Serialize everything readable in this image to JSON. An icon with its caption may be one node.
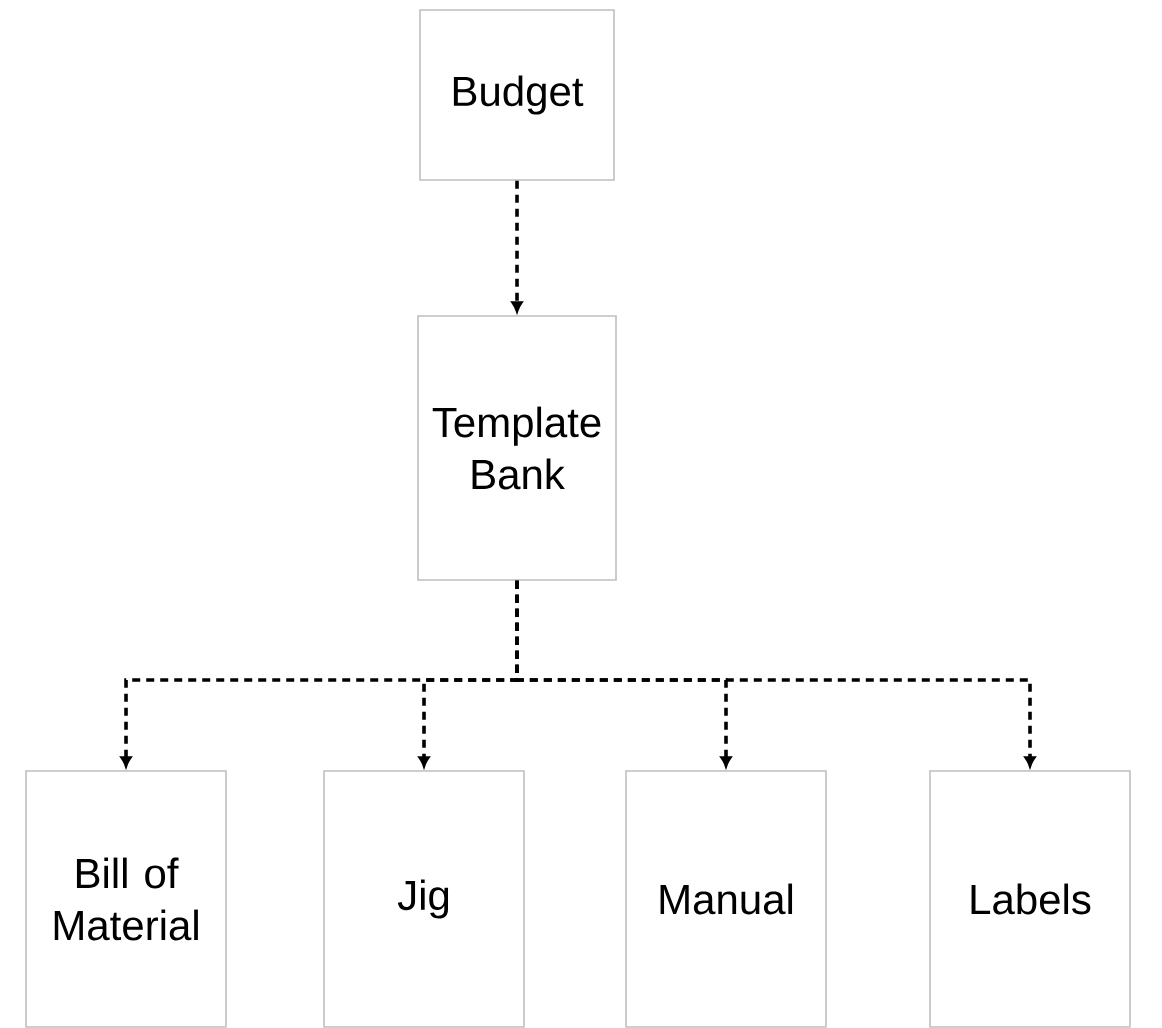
{
  "diagram": {
    "nodes": [
      {
        "text": [
          "Budget"
        ]
      },
      {
        "text": [
          "Template Bank"
        ]
      },
      {
        "text": [
          "Bill of Material"
        ]
      },
      {
        "text": [
          "Jig"
        ]
      },
      {
        "text": [
          "Manual"
        ]
      },
      {
        "text": [
          "Labels"
        ]
      }
    ],
    "edges": [
      {
        "from": 0,
        "to": 1,
        "arrow": "to",
        "style": "dashed"
      },
      {
        "from": 1,
        "to": 2,
        "arrow": "to",
        "style": "dashed"
      },
      {
        "from": 1,
        "to": 3,
        "arrow": "to",
        "style": "dashed"
      },
      {
        "from": 1,
        "to": 4,
        "arrow": "to",
        "style": "dashed"
      },
      {
        "from": 1,
        "to": 5,
        "arrow": "to",
        "style": "dashed"
      }
    ]
  }
}
